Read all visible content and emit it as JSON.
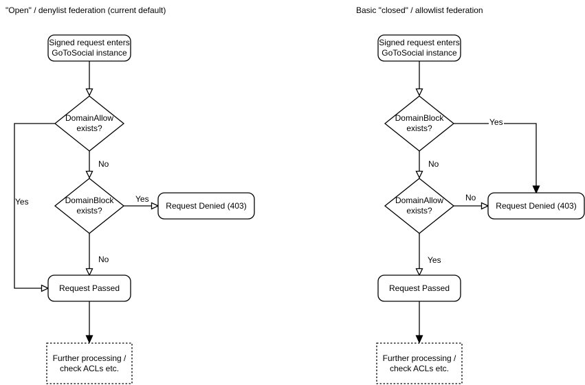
{
  "charts": {
    "left": {
      "title": "\"Open\" / denylist federation (current default)",
      "nodes": {
        "start": {
          "line1": "Signed request enters",
          "line2": "GoToSocial instance"
        },
        "decision1": {
          "line1": "DomainAllow",
          "line2": "exists?"
        },
        "decision2": {
          "line1": "DomainBlock",
          "line2": "exists?"
        },
        "denied": {
          "label": "Request Denied (403)"
        },
        "passed": {
          "label": "Request Passed"
        },
        "further": {
          "line1": "Further processing /",
          "line2": "check ACLs etc."
        }
      },
      "edge_labels": {
        "decision1_yes": "Yes",
        "decision1_no": "No",
        "decision2_yes": "Yes",
        "decision2_no": "No"
      }
    },
    "right": {
      "title": "Basic \"closed\" / allowlist federation",
      "nodes": {
        "start": {
          "line1": "Signed request enters",
          "line2": "GoToSocial instance"
        },
        "decision1": {
          "line1": "DomainBlock",
          "line2": "exists?"
        },
        "decision2": {
          "line1": "DomainAllow",
          "line2": "exists?"
        },
        "denied": {
          "label": "Request Denied (403)"
        },
        "passed": {
          "label": "Request Passed"
        },
        "further": {
          "line1": "Further processing /",
          "line2": "check ACLs etc."
        }
      },
      "edge_labels": {
        "decision1_yes": "Yes",
        "decision1_no": "No",
        "decision2_no": "No",
        "decision2_yes": "Yes"
      }
    }
  },
  "colors": {
    "stroke": "#000000",
    "node_fill": "#ffffff",
    "text": "#000000",
    "background": "#ffffff"
  }
}
